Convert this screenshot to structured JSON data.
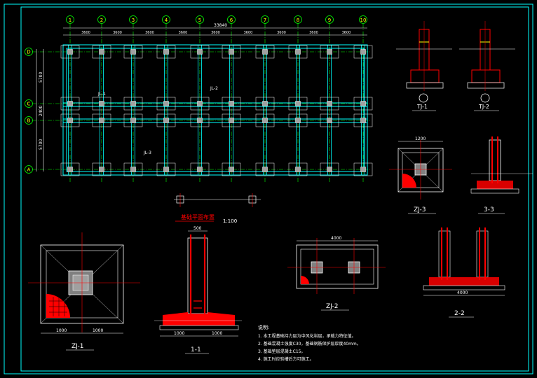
{
  "colors": {
    "background": "#000000",
    "frame": "#00ffff",
    "axis_grid": "#00ff00",
    "beam": "#00ffff",
    "column": "#ffffff",
    "rebar": "#ff0000",
    "dimension": "#ffffff",
    "label": "#ffff00"
  },
  "plan": {
    "axis_numbers": [
      "1",
      "2",
      "3",
      "4",
      "5",
      "6",
      "7",
      "8",
      "9",
      "10"
    ],
    "axis_letters": [
      "D",
      "C",
      "B",
      "A"
    ],
    "title": "基础平面布置",
    "scale": "1:100",
    "top_dims": [
      "3600",
      "3600",
      "3600",
      "3600",
      "3600",
      "3600",
      "3600",
      "3600",
      "3600"
    ],
    "total_dim": "33840",
    "left_dims": [
      "5700",
      "2400",
      "5700"
    ],
    "labels_beam": [
      "JL-1",
      "JL-2",
      "JL-3"
    ]
  },
  "details": {
    "tj1": "TJ-1",
    "tj2": "TJ-2",
    "zj3": "ZJ-3",
    "s33": "3-3",
    "zj1": "ZJ-1",
    "s11": "1-1",
    "zj2": "ZJ-2",
    "s22": "2-2"
  },
  "dims": {
    "zj1_left": "1000",
    "zj1_right": "1000",
    "s11_a": "1000",
    "s11_b": "1000",
    "zj2_total": "4000",
    "zj3_w": "1200",
    "s22_w": "4000",
    "s11_top": "500"
  },
  "notes": {
    "title": "说明:",
    "items": [
      "1. 本工程基础持力层为中风化岩层，承载力特征值。",
      "2. 基础混凝土强度C30，基础钢筋保护层厚度40mm。",
      "3. 基础垫层混凝土C15。",
      "4. 施工时应验槽后方可施工。"
    ]
  }
}
